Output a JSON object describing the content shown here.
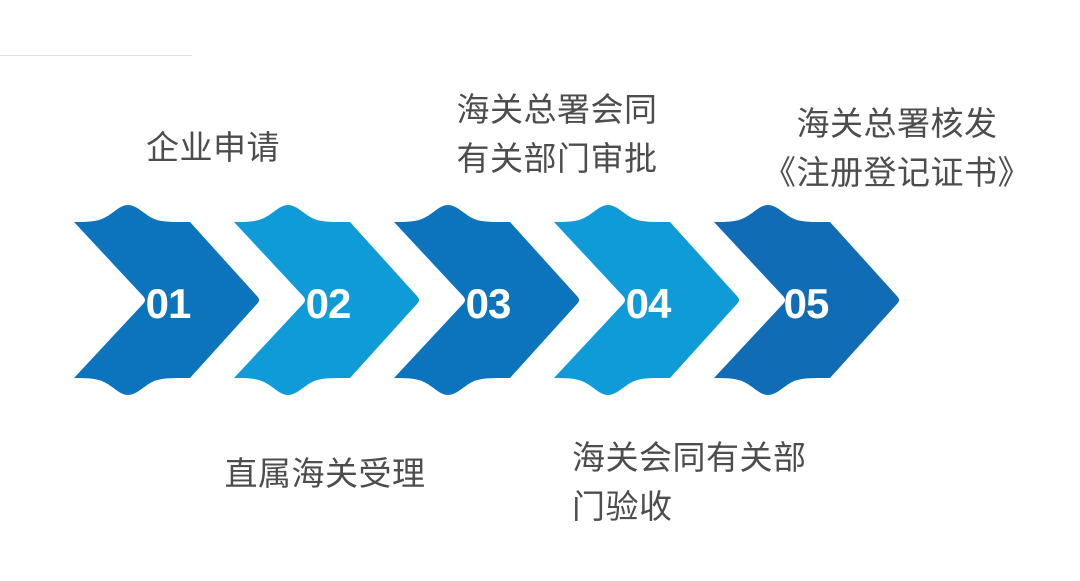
{
  "graphic": {
    "type": "process-flow-chevron",
    "title": "",
    "background_color": "#ffffff",
    "rule_color": "#e2e2e4",
    "label_color": "#4d4d4d",
    "number_color": "#ffffff",
    "palette": {
      "dark_blue": "#0c74bd",
      "light_blue": "#0f9bd7",
      "deep_blue": "#0f6cb5"
    }
  },
  "steps": [
    {
      "number": "01",
      "label": "企业申请",
      "label_position": "above",
      "color": "#0c74bd"
    },
    {
      "number": "02",
      "label": "直属海关受理",
      "label_position": "below",
      "color": "#0f9bd7"
    },
    {
      "number": "03",
      "label": "海关总署会同\n有关部门审批",
      "label_position": "above",
      "color": "#0c74bd"
    },
    {
      "number": "04",
      "label": "海关会同有关部\n门验收",
      "label_position": "below",
      "color": "#0f9bd7"
    },
    {
      "number": "05",
      "label": "海关总署核发\n《注册登记证书》",
      "label_position": "above",
      "color": "#0f6cb5"
    }
  ]
}
